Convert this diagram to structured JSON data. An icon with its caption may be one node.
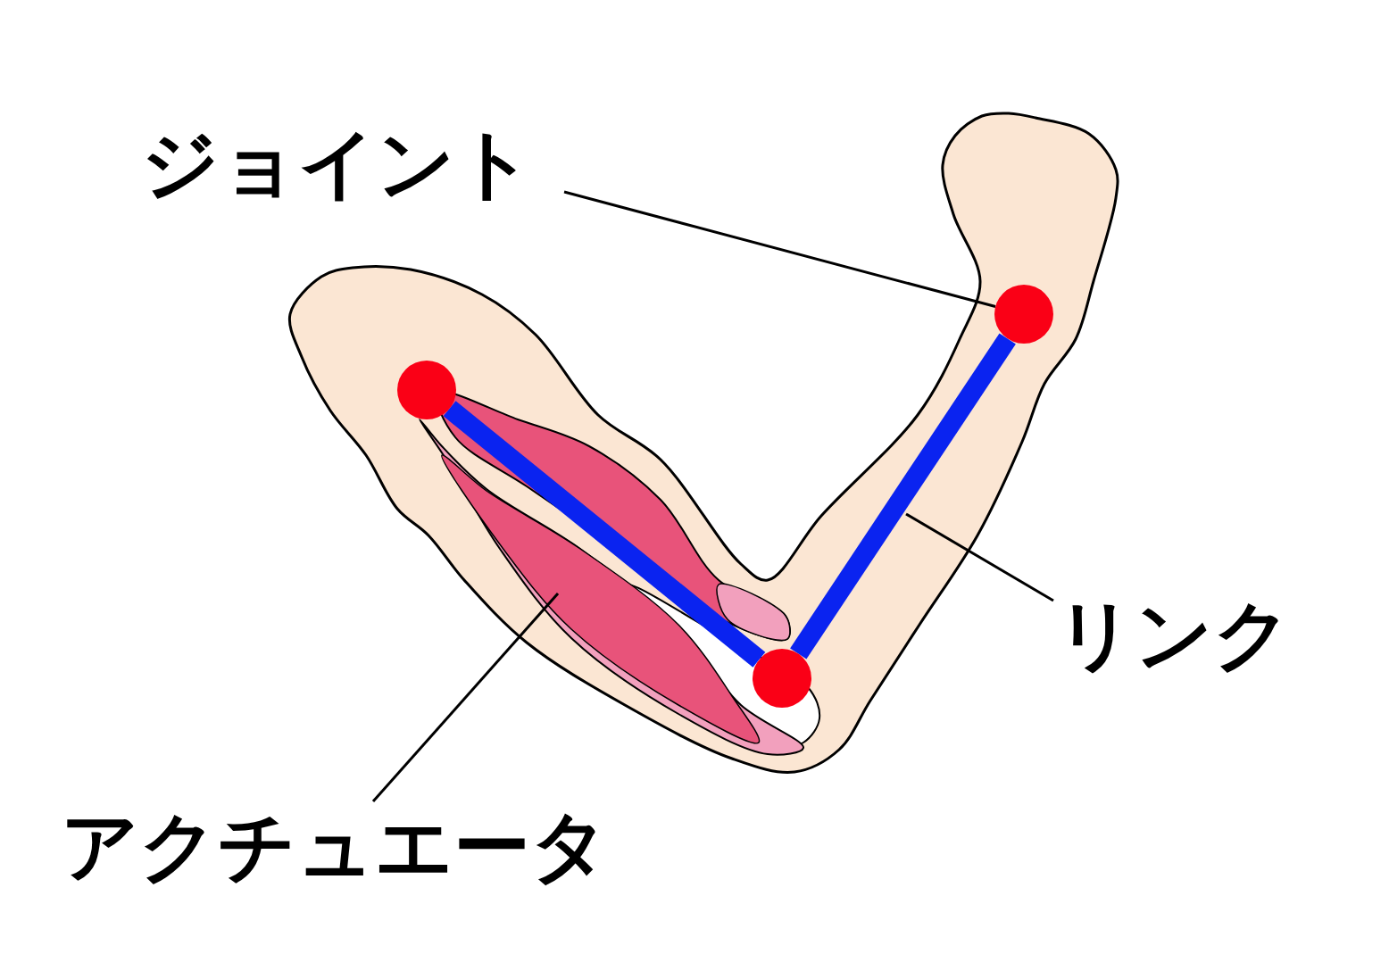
{
  "diagram": {
    "nodes": [
      {
        "text": [
          "ジョイント"
        ]
      },
      {
        "text": [],
        "shape": "circle"
      },
      {
        "text": [
          "リンク"
        ]
      },
      {
        "text": [
          "アクチュエータ"
        ]
      },
      {
        "text": [],
        "shape": "picture"
      },
      {
        "text": [],
        "shape": "circle"
      },
      {
        "text": [],
        "shape": "circle"
      }
    ],
    "edges": [
      {
        "from": 0,
        "to": 1,
        "arrow": "none"
      },
      {
        "from": 2,
        "to": null,
        "arrow": "none"
      },
      {
        "from": 3,
        "to": 4,
        "arrow": "none"
      },
      {
        "from": 5,
        "to": 6,
        "arrow": "none",
        "style": "thick",
        "color": "#0a23f0"
      },
      {
        "from": 6,
        "to": 1,
        "arrow": "none",
        "style": "thick",
        "color": "#0a23f0"
      }
    ]
  }
}
